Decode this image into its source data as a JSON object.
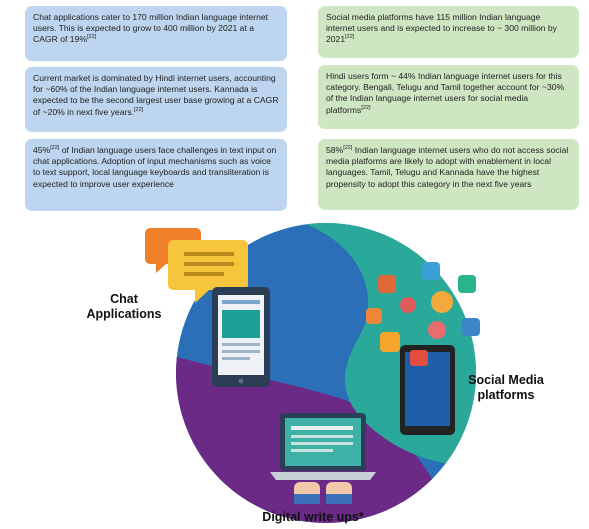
{
  "left_boxes": [
    {
      "text": "Chat applications cater to 170 million Indian language internet users. This is expected to grow to 400 million by 2021 at a CAGR of 19%",
      "ref": "[22]"
    },
    {
      "text": "Current market is dominated by Hindi internet users, accounting for ~60% of the Indian language internet users. Kannada is expected to be the second largest user base growing at a CAGR of ~20% in next five years.",
      "ref": "[22]"
    },
    {
      "ref": "[22]",
      "text_before": "45%",
      "text_after": " of Indian language users face challenges in text input on chat applications. Adoption of input mechanisms such as voice to text support, local language keyboards and transliteration is expected to improve user experience"
    }
  ],
  "right_boxes": [
    {
      "text": "Social media platforms have 115 million Indian language internet users and is expected to increase to ~ 300 million by 2021",
      "ref": "[22]"
    },
    {
      "text": "Hindi users form ~ 44% Indian language internet users for this category. Bengali, Telugu and Tamil together account for ~30% of the Indian language internet users for social media platforms",
      "ref": "[22]"
    },
    {
      "ref": "[22]",
      "text_before": "58%",
      "text_after": " Indian language internet users who do not access social media platforms are likely to adopt with enablement in local languages. Tamil, Telugu and Kannada have the highest propensity to adopt this category in the next five years"
    }
  ],
  "segments": {
    "chat": "Chat\nApplications",
    "social": "Social Media\nplatforms",
    "digital": "Digital write ups*"
  },
  "colors": {
    "blue_box": "#bdd5ee",
    "green_box": "#cfe6c3",
    "circle_blue": "#2a6fb8",
    "circle_teal": "#2aa89a",
    "circle_purple": "#6b2a86"
  },
  "icons": [
    "chat-bubble-icon",
    "tablet-icon",
    "smartphone-icon",
    "laptop-icon",
    "hands-typing-icon",
    "like-icon",
    "twitter-icon",
    "location-pin-icon",
    "camera-icon",
    "at-sign-icon",
    "search-icon",
    "bulb-icon",
    "share-icon",
    "user-icon"
  ]
}
